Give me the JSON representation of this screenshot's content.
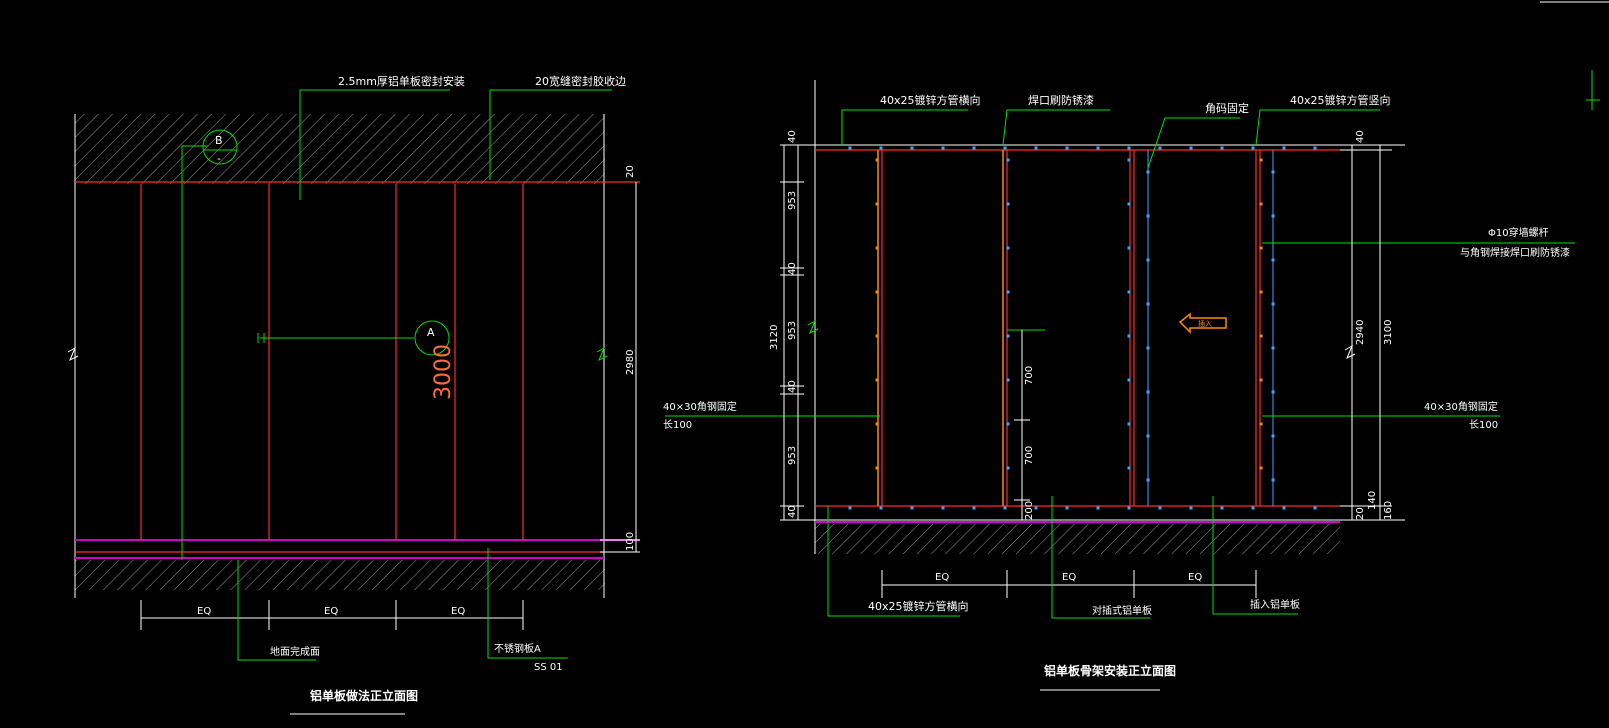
{
  "left_view": {
    "title": "铝单板做法正立面图",
    "labels": {
      "top_left": "2.5mm厚铝单板密封安装",
      "top_right": "20宽缝密封胶收边",
      "bottom_left": "地面完成面",
      "bottom_right_1": "不锈钢板A",
      "bottom_right_2": "SS 01"
    },
    "dims": {
      "right_main": "2980",
      "right_top": "20",
      "right_bottom": "100",
      "center": "3000",
      "eq": [
        "EQ",
        "EQ",
        "EQ"
      ]
    },
    "markers": {
      "b_letter": "B",
      "b_sub": "-",
      "a_letter": "A"
    }
  },
  "right_view": {
    "title": "铝单板骨架安装正立面图",
    "labels": {
      "top_1": "40x25镀锌方管横向",
      "top_2": "焊口刷防锈漆",
      "top_3": "角码固定",
      "top_4": "40x25镀锌方管竖向",
      "right_1": "Φ10穿墙螺杆",
      "right_2": "与角钢焊接焊口刷防锈漆",
      "left_1": "40×30角钢固定",
      "left_2": "长100",
      "right_3": "40×30角钢固定",
      "right_4": "长100",
      "bottom_1": "40x25镀锌方管横向",
      "bottom_2": "对插式铝单板",
      "bottom_3": "插入铝单板",
      "arrow": "插入"
    },
    "dims": {
      "left_total": "3120",
      "left_segments": [
        "40",
        "953",
        "40",
        "953",
        "40",
        "953",
        "40"
      ],
      "center_segments": [
        "700",
        "700",
        "200"
      ],
      "right_segments": [
        "40",
        "2940",
        "20",
        "140"
      ],
      "right_total": "3100",
      "right_small": "160",
      "eq": [
        "EQ",
        "EQ",
        "EQ"
      ]
    }
  }
}
